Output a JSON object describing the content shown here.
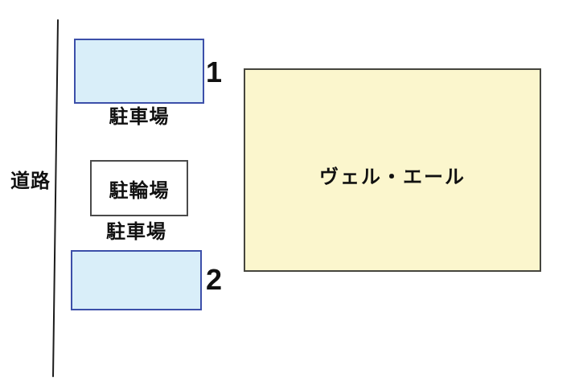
{
  "colors": {
    "background": "#ffffff",
    "parking_fill": "#d9eef9",
    "parking_border": "#3c4fa9",
    "building_fill": "#fbf6cd",
    "building_border": "#45453d",
    "bicycle_fill": "#ffffff",
    "bicycle_border": "#4a4a4a",
    "road_line": "#1c1c1c",
    "text": "#111111"
  },
  "road": {
    "label": "道路"
  },
  "building": {
    "name": "ヴェル・エール"
  },
  "parking_area_top": {
    "number": "1",
    "label": "駐車場"
  },
  "bicycle_parking": {
    "label": "駐輪場"
  },
  "parking_area_bottom": {
    "number": "2",
    "label": "駐車場"
  }
}
